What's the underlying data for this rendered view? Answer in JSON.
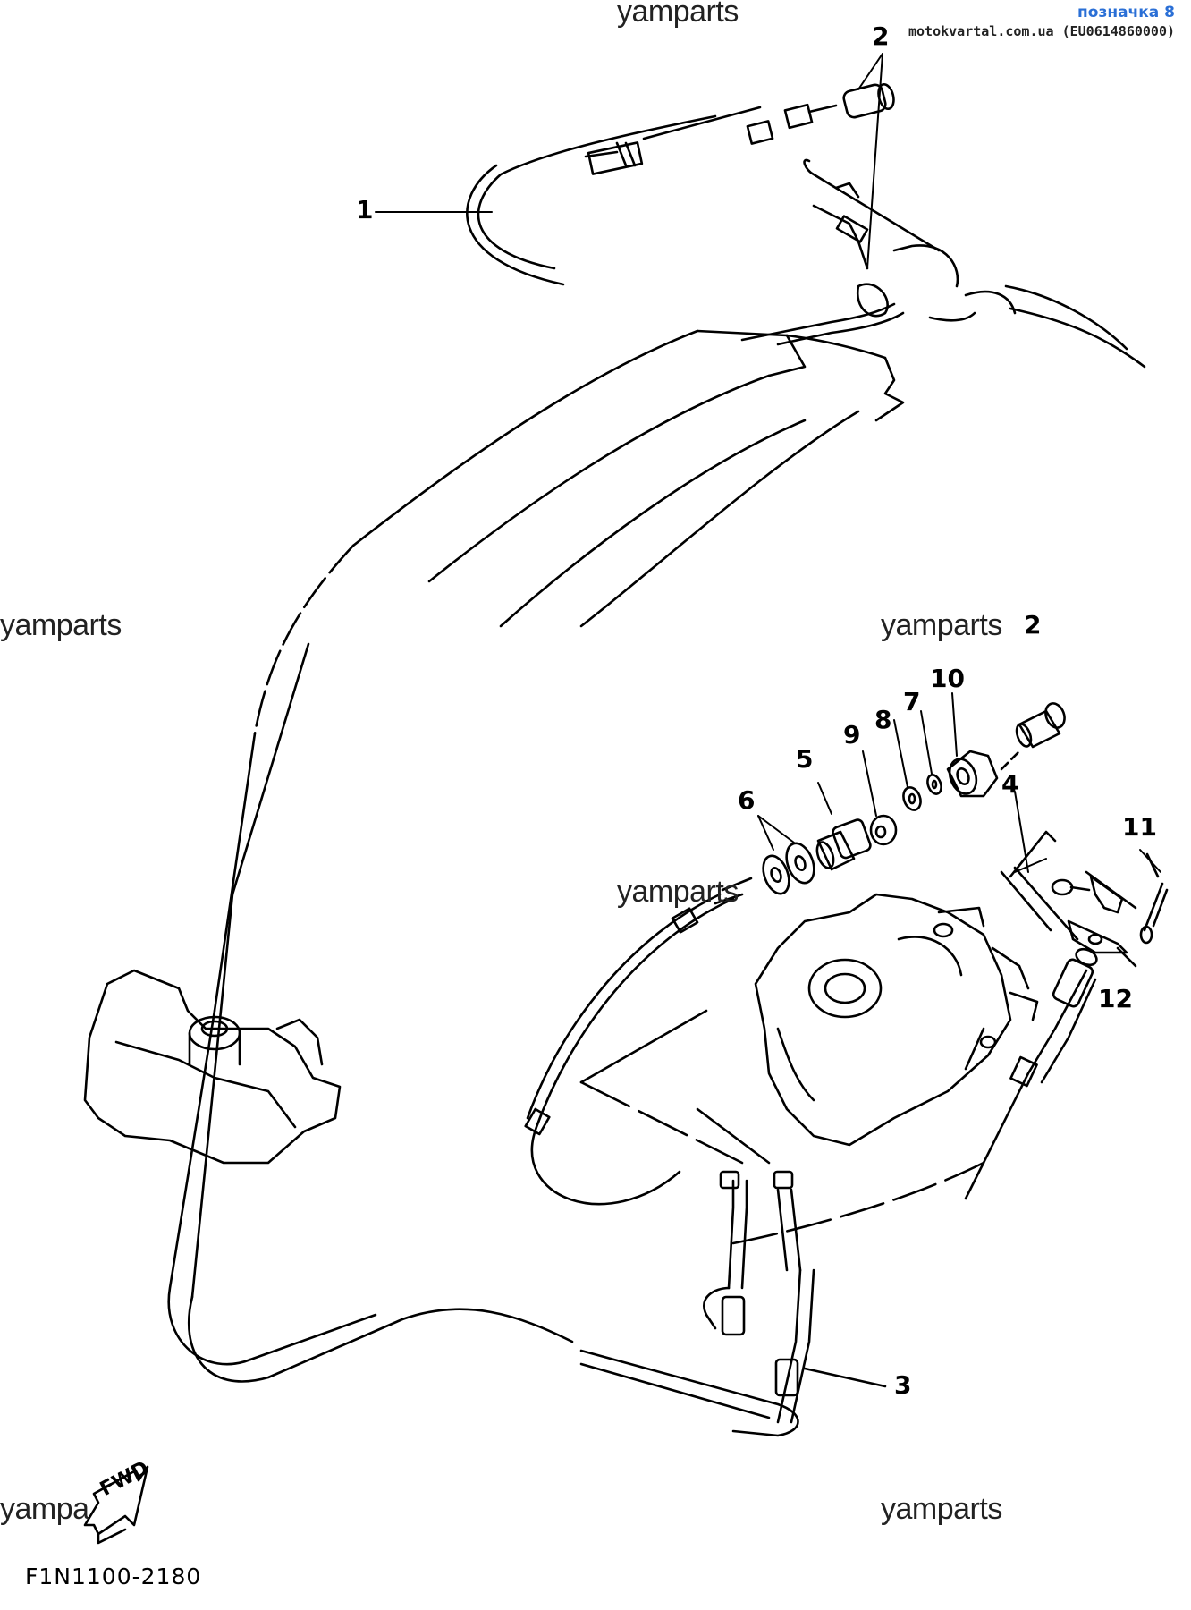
{
  "watermarks": {
    "top": "yamparts",
    "left": "yamparts",
    "mid_right": "yamparts",
    "center": "yamparts",
    "bottom_right": "yamparts",
    "bottom_left": "yampa"
  },
  "badge": {
    "title": "позначка 8",
    "site": "motokvartal.com.ua (EU0614860000)"
  },
  "diagram_code": "F1N1100-2180",
  "fwd_label": "FWD",
  "callouts": {
    "c1": "1",
    "c2_top": "2",
    "c2_right": "2",
    "c3": "3",
    "c4": "4",
    "c5": "5",
    "c6": "6",
    "c7": "7",
    "c8": "8",
    "c9": "9",
    "c10": "10",
    "c11": "11",
    "c12": "12"
  }
}
